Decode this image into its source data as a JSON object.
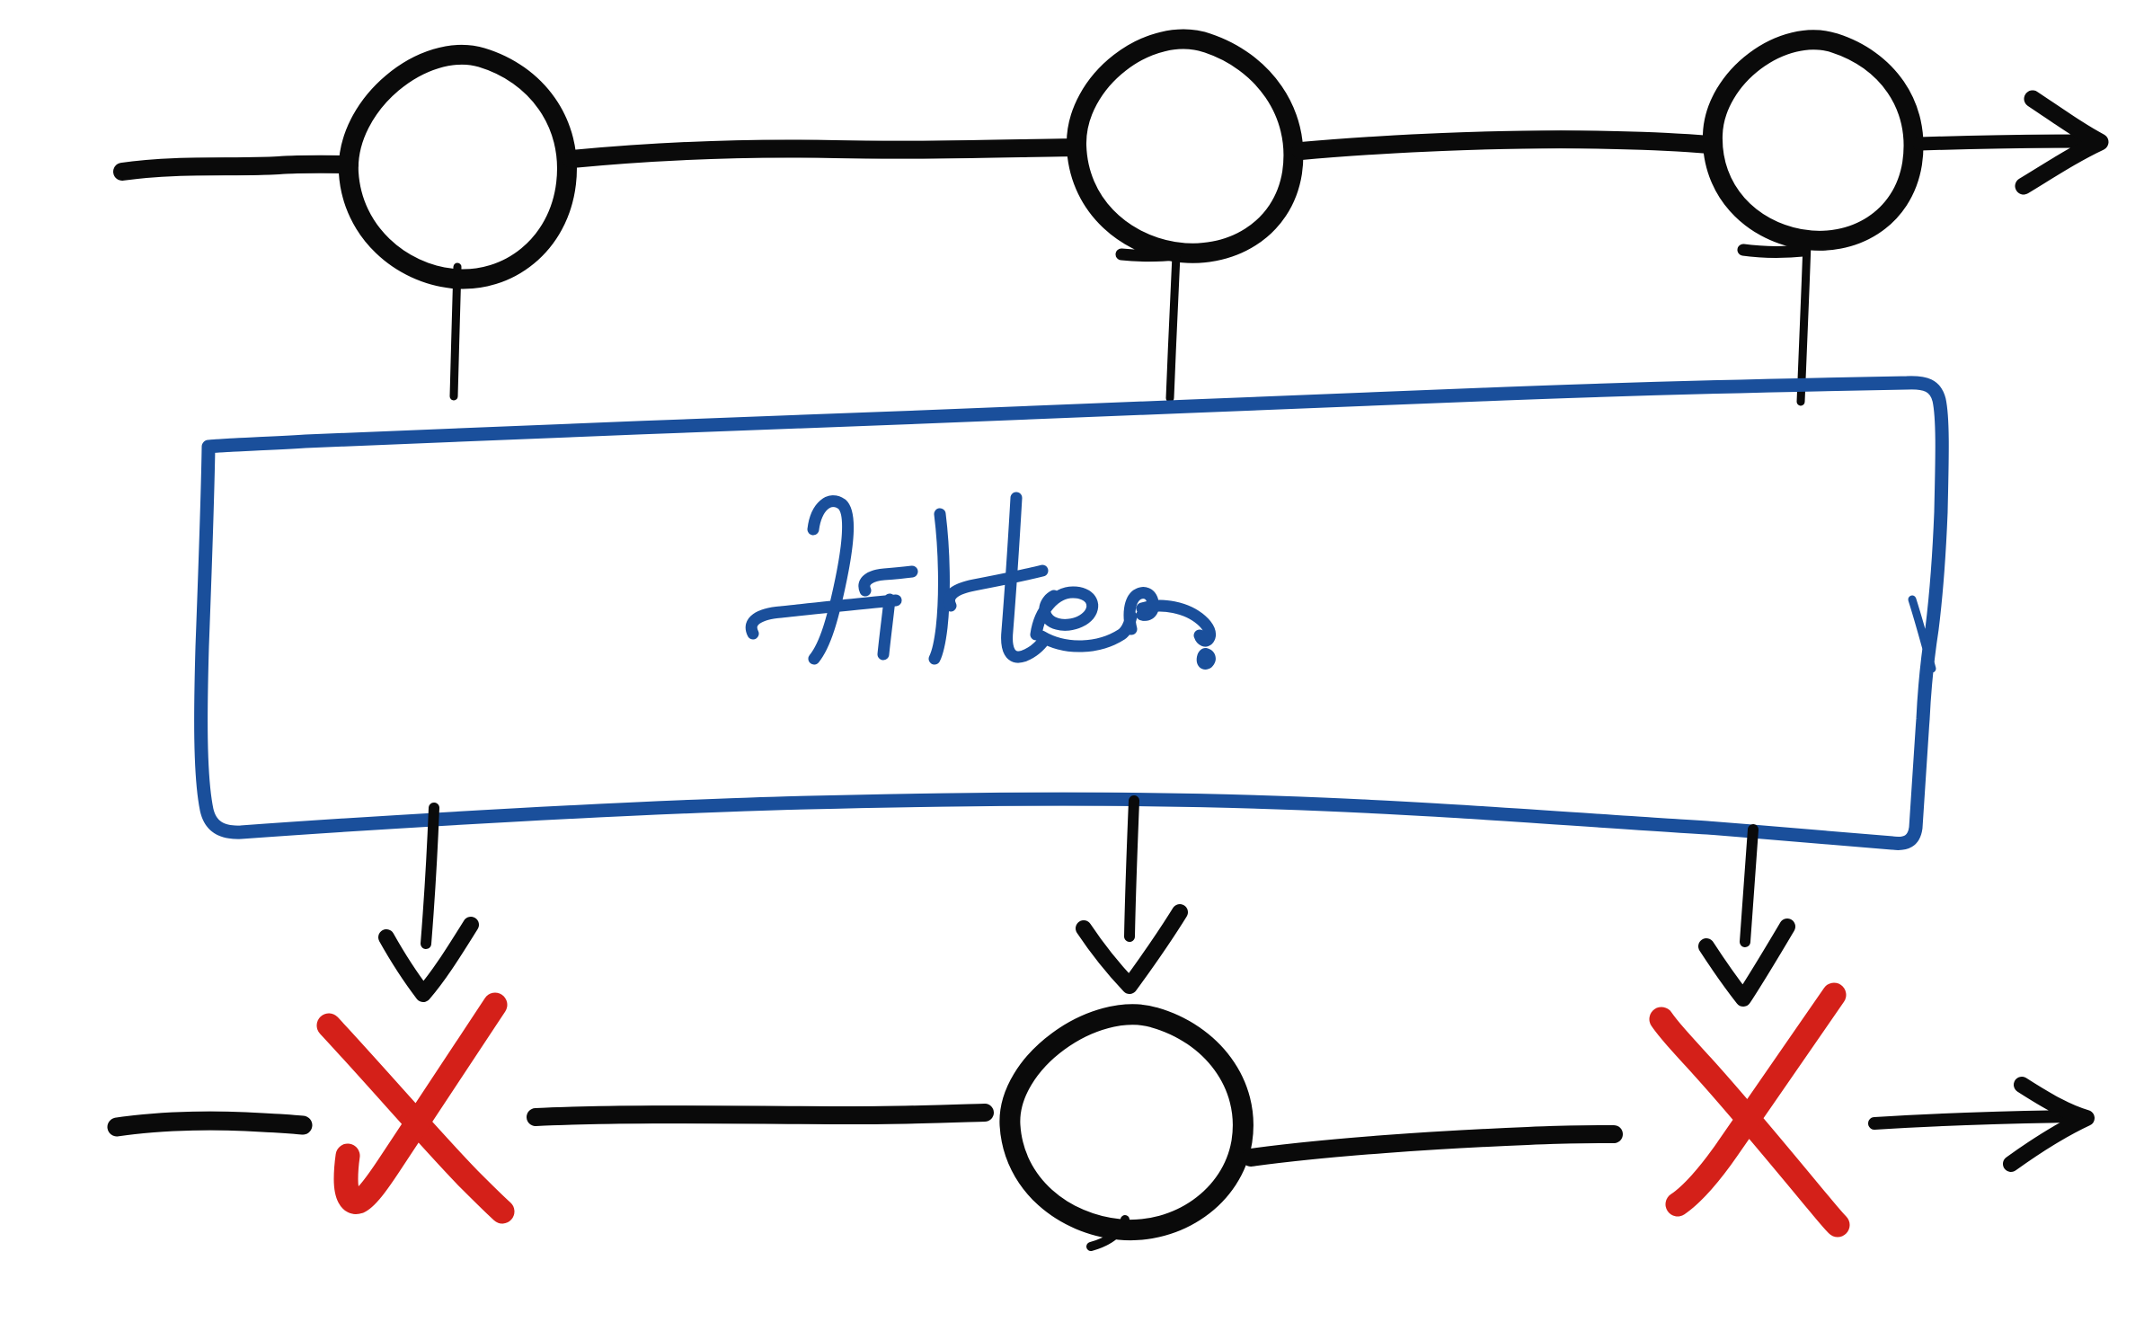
{
  "diagram": {
    "filter_box": {
      "label": "filter."
    },
    "colors": {
      "ink": "#0a0a0a",
      "box_blue": "#1a4f9b",
      "reject_red": "#d42019",
      "background": "#ffffff"
    },
    "top_stream": {
      "direction": "right",
      "node_count": 3
    },
    "filter_outputs": {
      "arrow_count": 3
    },
    "bottom_stream": {
      "direction": "right",
      "items": [
        "x-mark",
        "node",
        "x-mark"
      ]
    }
  }
}
